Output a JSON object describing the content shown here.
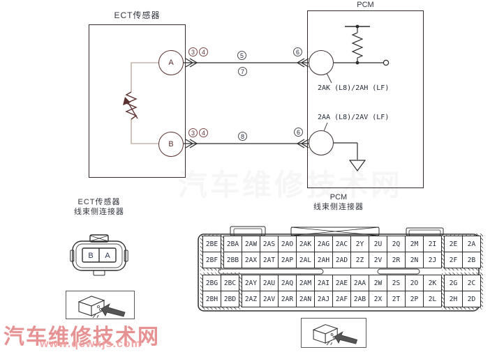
{
  "schematic": {
    "ect": {
      "title": "ECT传感器",
      "pin_a": "A",
      "pin_b": "B"
    },
    "pcm": {
      "title": "PCM",
      "top_pin_label": "2AK (L8)/2AH (LF)",
      "bottom_pin_label": "2AA (L8)/2AV (LF)"
    },
    "markers": {
      "top_a": [
        "3",
        "4"
      ],
      "top_mid_upper": "5",
      "top_mid_lower": "7",
      "top_pcm": "6",
      "bottom_b": [
        "3",
        "4"
      ],
      "bottom_mid": "8",
      "bottom_pcm": "6"
    }
  },
  "ect_connector": {
    "title_line1": "ECT传感器",
    "title_line2": "线束侧连接器",
    "pin_left": "B",
    "pin_right": "A"
  },
  "pcm_connector": {
    "title_line1": "PCM",
    "title_line2": "线束侧连接器",
    "rows": [
      [
        "2BE",
        "2BA",
        "2AW",
        "2AS",
        "2AO",
        "2AK",
        "2AG",
        "2AC",
        "2Y",
        "2U",
        "2Q",
        "2M",
        "2I",
        "2E",
        "2A"
      ],
      [
        "2BF",
        "2BB",
        "2AX",
        "2AT",
        "2AP",
        "2AL",
        "2AH",
        "2AD",
        "2Z",
        "2V",
        "2R",
        "2N",
        "2J",
        "2F",
        "2B"
      ],
      [
        "2BG",
        "2BC",
        "2AY",
        "2AU",
        "2AQ",
        "2AM",
        "2AI",
        "2AE",
        "2AA",
        "2W",
        "2S",
        "2O",
        "2K",
        "2G",
        "2C"
      ],
      [
        "2BH",
        "2BD",
        "2AZ",
        "2AV",
        "2AR",
        "2AN",
        "2AJ",
        "2AF",
        "2AB",
        "2X",
        "2T",
        "2P",
        "2L",
        "2H",
        "2D"
      ]
    ],
    "top_blocks": [
      {
        "start": 0,
        "end": 1,
        "hatched": true
      },
      {
        "start": 1,
        "end": 13,
        "hatched": false
      },
      {
        "start": 13,
        "end": 15,
        "hatched": true
      }
    ],
    "bottom_blocks": [
      {
        "start": 0,
        "end": 2,
        "hatched": true
      },
      {
        "start": 2,
        "end": 13,
        "hatched": false
      },
      {
        "start": 13,
        "end": 15,
        "hatched": true
      }
    ]
  },
  "watermark": {
    "line1": "汽车维修技术网",
    "line2": "www.qcwxjs.com",
    "ghost": "汽车维修技术网"
  },
  "colors": {
    "line": "#2b2b2b",
    "sensor_line": "#5a3030",
    "marker_red": "#7a4545",
    "watermark_main": "#e07a7a",
    "watermark_sub": "#f09e9e"
  }
}
